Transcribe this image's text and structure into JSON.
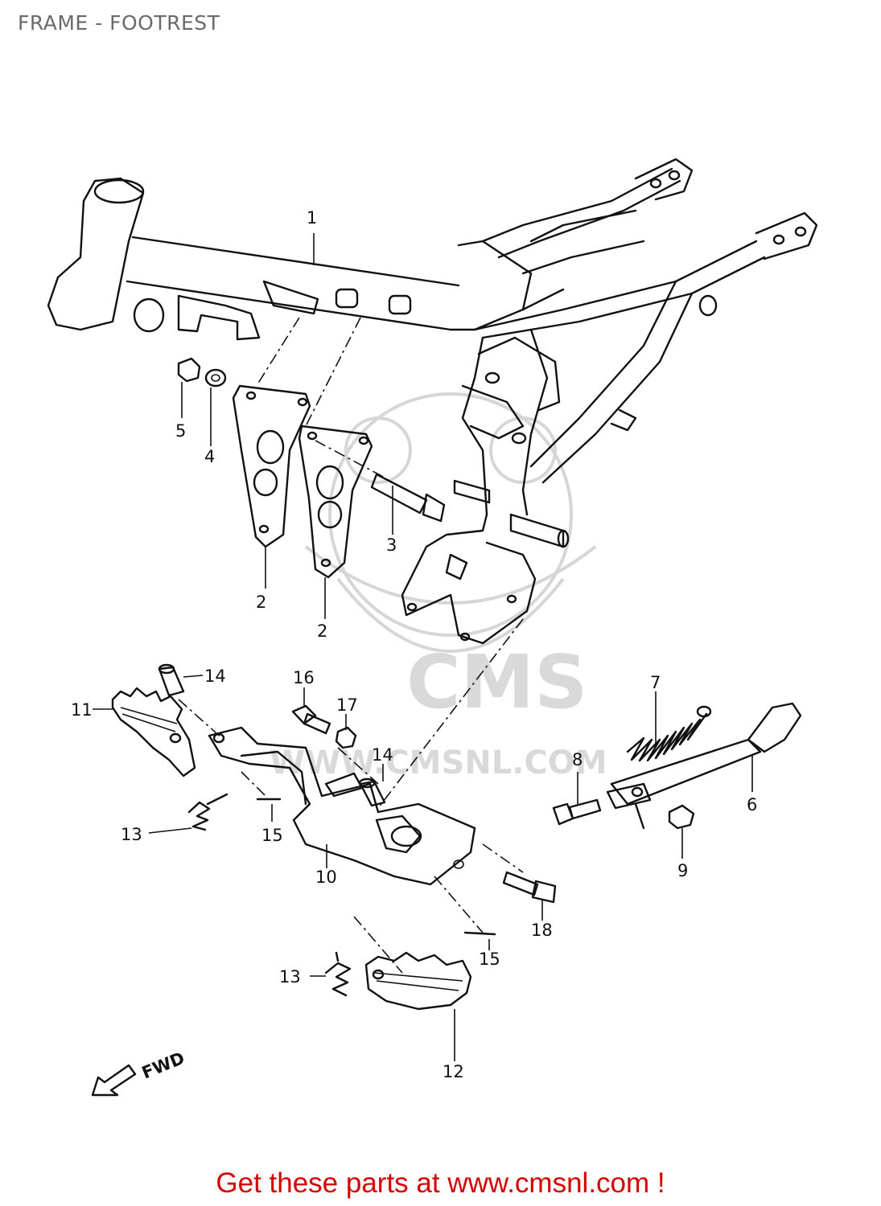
{
  "page_title": "FRAME - FOOTREST",
  "watermark": {
    "brand": "CMS",
    "url": "WWW.CMSNL.COM",
    "color": "#d9d9d9"
  },
  "direction_label": "FWD",
  "callouts": {
    "frame": "1",
    "bracket_left": "2",
    "bracket_right": "2",
    "bolt_bracket": "3",
    "washer": "4",
    "nut_top": "5",
    "side_stand": "6",
    "stand_spring": "7",
    "stand_bolt": "8",
    "stand_nut": "9",
    "footrest_bar": "10",
    "footrest_left": "11",
    "footrest_right": "12",
    "spring_left": "13",
    "spring_right": "13",
    "pin_left": "14",
    "pin_right": "14",
    "cotter_left": "15",
    "cotter_right": "15",
    "bolt_bar": "16",
    "nut_bar": "17",
    "bolt_bar_lower": "18"
  },
  "promo_text": "Get these parts at www.cmsnl.com !",
  "colors": {
    "title": "#6a6a6a",
    "promo": "#d40000",
    "line": "#111111"
  }
}
